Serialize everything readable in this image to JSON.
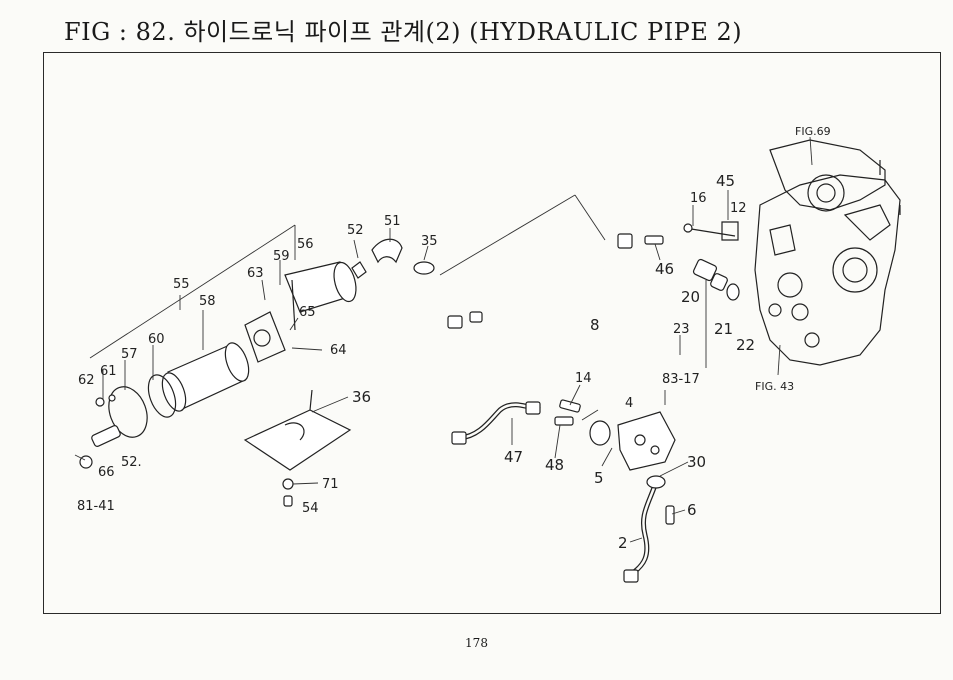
{
  "title": "FIG : 82. 하이드로닉 파이프 관계(2) (HYDRAULIC PIPE 2)",
  "page_number": "178",
  "callouts": {
    "fig69": "FIG.69",
    "fig43": "FIG. 43",
    "c45": "45",
    "c16": "16",
    "c12": "12",
    "c52a": "52",
    "c51": "51",
    "c35": "35",
    "c46": "46",
    "c20": "20",
    "c21": "21",
    "c22": "22",
    "c23": "23",
    "c83_17": "83-17",
    "c8": "8",
    "c56": "56",
    "c59": "59",
    "c63": "63",
    "c55": "55",
    "c58": "58",
    "c65": "65",
    "c64": "64",
    "c60": "60",
    "c57": "57",
    "c61": "61",
    "c62": "62",
    "c36": "36",
    "c52b": "52.",
    "c66": "66",
    "c81_41": "81-41",
    "c71": "71",
    "c54": "54",
    "c14": "14",
    "c4": "4",
    "c47": "47",
    "c48": "48",
    "c5": "5",
    "c30": "30",
    "c6": "6",
    "c2": "2"
  }
}
